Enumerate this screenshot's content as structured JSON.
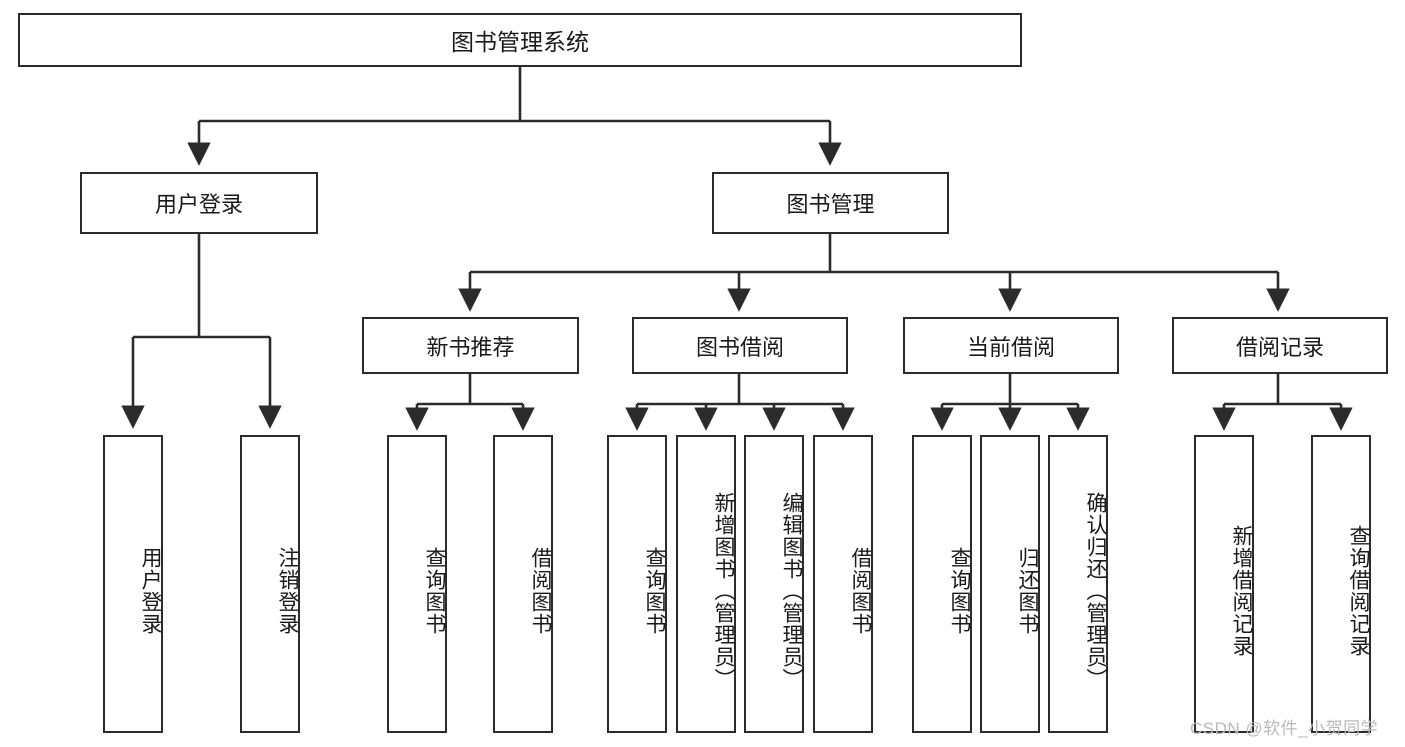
{
  "diagram": {
    "title_node": {
      "label": "图书管理系统"
    },
    "level2": [
      {
        "label": "用户登录"
      },
      {
        "label": "图书管理"
      }
    ],
    "level3": [
      {
        "label": "新书推荐"
      },
      {
        "label": "图书借阅"
      },
      {
        "label": "当前借阅"
      },
      {
        "label": "借阅记录"
      }
    ],
    "leaves": [
      {
        "label": "用户登录"
      },
      {
        "label": "注销登录"
      },
      {
        "label": "查询图书"
      },
      {
        "label": "借阅图书"
      },
      {
        "label": "查询图书"
      },
      {
        "label": "新增图书（管理员）"
      },
      {
        "label": "编辑图书（管理员）"
      },
      {
        "label": "借阅图书"
      },
      {
        "label": "查询图书"
      },
      {
        "label": "归还图书"
      },
      {
        "label": "确认归还（管理员）"
      },
      {
        "label": "新增借阅记录"
      },
      {
        "label": "查询借阅记录"
      }
    ],
    "watermark": "CSDN @软件_小贺同学",
    "colors": {
      "stroke": "#2b2b2b",
      "fill": "#ffffff",
      "text": "#1a1a1a",
      "watermark": "#b9b9b9"
    }
  }
}
